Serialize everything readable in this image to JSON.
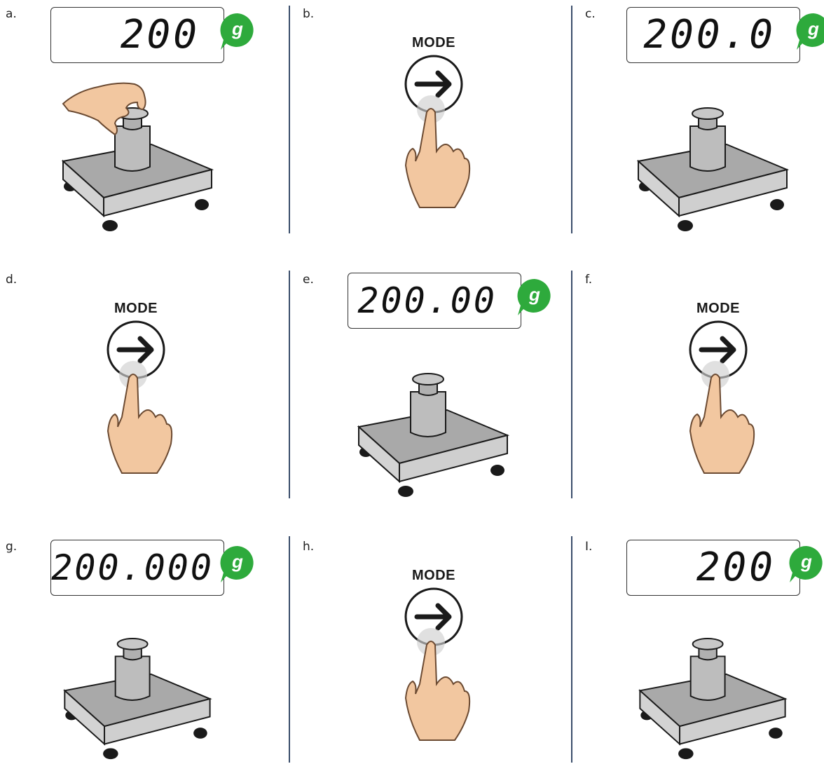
{
  "panels": [
    {
      "label": "a.",
      "type": "scale",
      "reading": "200",
      "unit": "g",
      "hand": true
    },
    {
      "label": "b.",
      "type": "mode",
      "button_label": "MODE"
    },
    {
      "label": "c.",
      "type": "scale",
      "reading": "200.0",
      "unit": "g"
    },
    {
      "label": "d.",
      "type": "mode",
      "button_label": "MODE"
    },
    {
      "label": "e.",
      "type": "scale",
      "reading": "200.00",
      "unit": "g"
    },
    {
      "label": "f.",
      "type": "mode",
      "button_label": "MODE"
    },
    {
      "label": "g.",
      "type": "scale",
      "reading": "200.000",
      "unit": "g"
    },
    {
      "label": "h.",
      "type": "mode",
      "button_label": "MODE"
    },
    {
      "label": "I.",
      "type": "scale",
      "reading": "200",
      "unit": "g"
    }
  ],
  "colors": {
    "unit_bubble": "#2eaa3c",
    "skin": "#f2c7a0",
    "skin_stroke": "#6b4a32",
    "metal": "#bdbdbd",
    "platform_top": "#a9a9a9",
    "platform_side": "#d3d3d3",
    "dark": "#1a1a1a",
    "divider": "#3a4d6b"
  }
}
